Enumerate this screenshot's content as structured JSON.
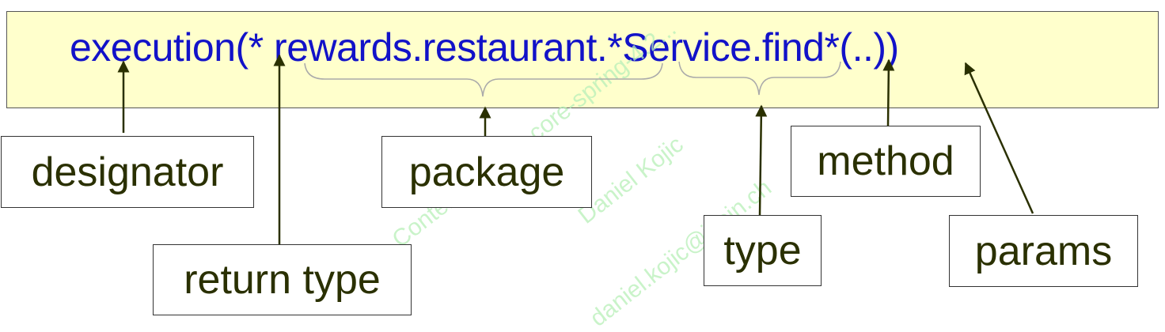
{
  "expression": "execution(* rewards.restaurant.*Service.find*(..))",
  "labels": {
    "designator": "designator",
    "return_type": "return type",
    "package": "package",
    "type": "type",
    "method": "method",
    "params": "params"
  },
  "watermark": {
    "line1": "Content Name : core-spring-4.2...",
    "line2": "Daniel Kojic",
    "line3": "daniel.kojic@ispin.ch"
  },
  "colors": {
    "expression_background": "#ffffcc",
    "expression_text": "#1212c8",
    "label_text": "#2a3000",
    "arrow": "#2a3000",
    "brace": "#aaaaaa",
    "watermark": "#b8f0b8"
  }
}
